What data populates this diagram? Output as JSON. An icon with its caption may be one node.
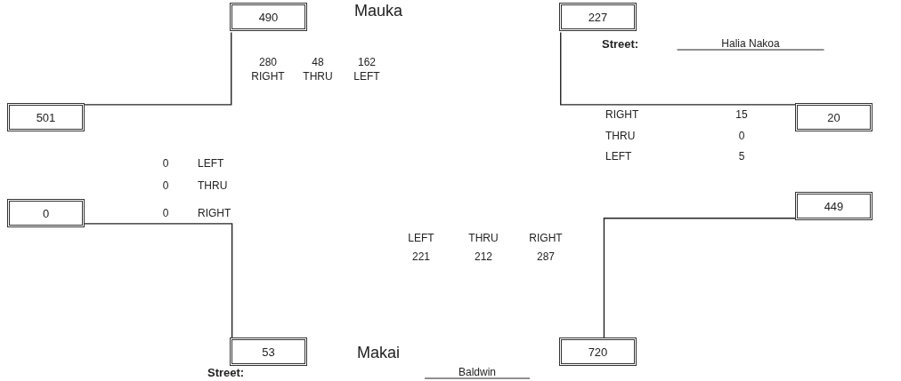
{
  "diagram": {
    "nodes": [
      {
        "text": [
          "490"
        ]
      },
      {
        "text": [
          "227"
        ]
      },
      {
        "text": [
          "501"
        ]
      },
      {
        "text": [
          "20"
        ]
      },
      {
        "text": [
          "0"
        ]
      },
      {
        "text": [
          "449"
        ]
      },
      {
        "text": [
          "53"
        ]
      },
      {
        "text": [
          "720"
        ]
      }
    ],
    "edges": [
      {
        "from": 0,
        "to": 2,
        "arrow": "none"
      },
      {
        "from": 1,
        "to": 3,
        "arrow": "none"
      },
      {
        "from": 4,
        "to": 6,
        "arrow": "none"
      },
      {
        "from": 5,
        "to": 7,
        "arrow": "none"
      }
    ],
    "labels": [
      "Mauka",
      "Street:",
      "Halia Nakoa",
      "280",
      "48",
      "162",
      "RIGHT",
      "THRU",
      "LEFT",
      "RIGHT",
      "15",
      "THRU",
      "0",
      "LEFT",
      "5",
      "0",
      "LEFT",
      "0",
      "THRU",
      "0",
      "RIGHT",
      "LEFT",
      "THRU",
      "RIGHT",
      "221",
      "212",
      "287",
      "Makai",
      "Street:",
      "Baldwin"
    ]
  }
}
